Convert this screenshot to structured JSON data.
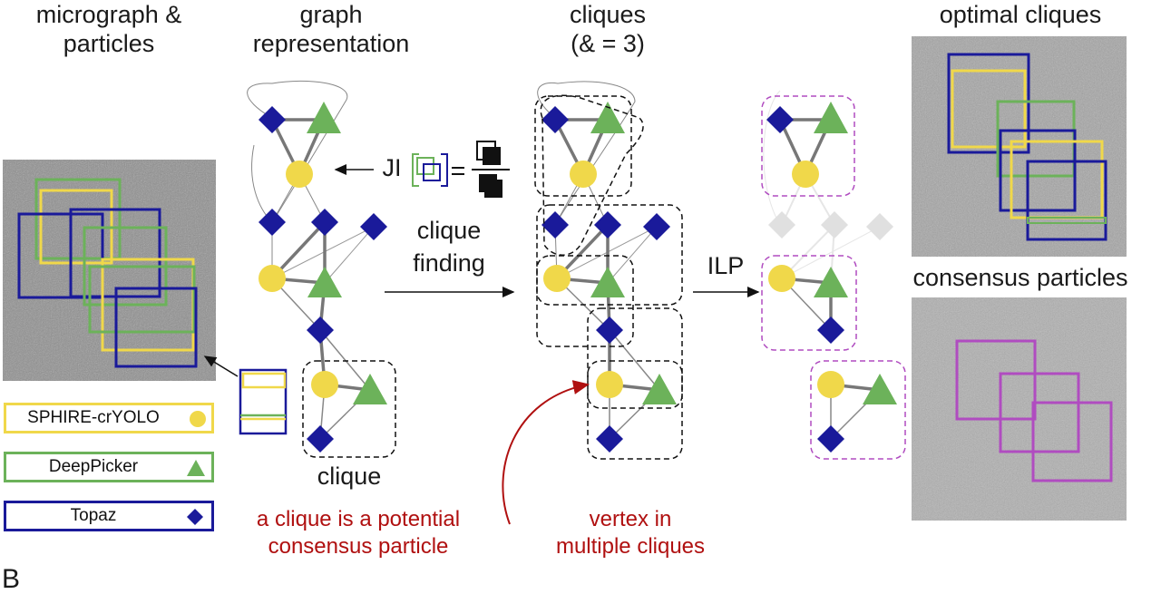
{
  "headers": {
    "micrograph": [
      "micrograph &",
      "particles"
    ],
    "graph": [
      "graph",
      "representation"
    ],
    "cliques": [
      "cliques",
      "(& = 3)"
    ],
    "optimal": "optimal cliques",
    "consensus": "consensus particles"
  },
  "labels": {
    "ji": "JI",
    "clique_finding": [
      "clique",
      "finding"
    ],
    "ilp": "ILP",
    "clique": "clique"
  },
  "notes": {
    "potential": [
      "a clique is a potential",
      "consensus particle"
    ],
    "vertex": [
      "vertex in",
      "multiple cliques"
    ]
  },
  "legend": [
    {
      "name": "SPHIRE-crYOLO",
      "color": "#f0d84a",
      "icon": "circle-icon"
    },
    {
      "name": "DeepPicker",
      "color": "#6cb25a",
      "icon": "triangle-icon"
    },
    {
      "name": "Topaz",
      "color": "#1a1a9a",
      "icon": "diamond-icon"
    }
  ],
  "colors": {
    "yellow": "#f0d84a",
    "green": "#6cb25a",
    "blue": "#1a1a9a",
    "magenta": "#b04cc0",
    "dark_red": "#b01010",
    "edge": "#777777"
  },
  "footer_letter": "B"
}
